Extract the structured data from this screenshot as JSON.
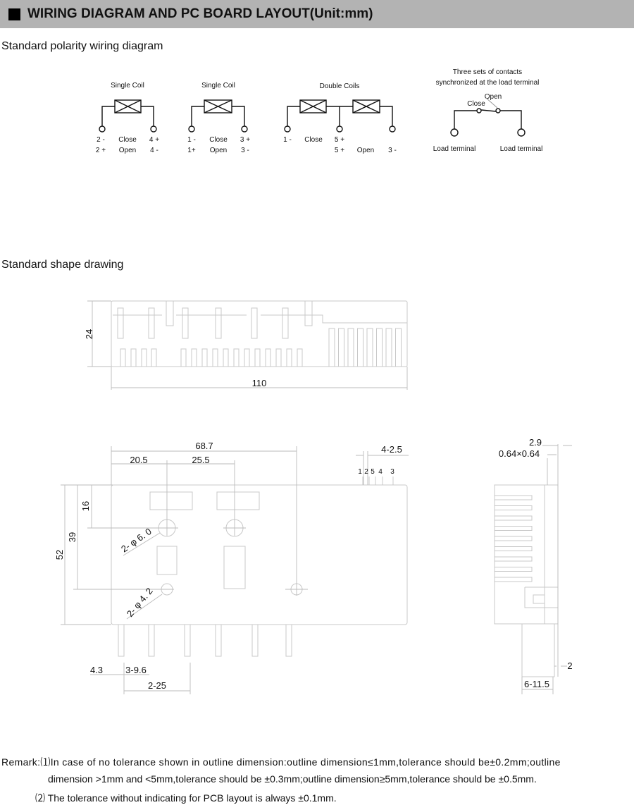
{
  "header": {
    "icon": "black-square-icon",
    "title": "WIRING DIAGRAM AND PC BOARD LAYOUT(Unit:mm)"
  },
  "wiring": {
    "section_title": "Standard polarity wiring diagram",
    "single_coil_a": {
      "title": "Single Coil",
      "row1": [
        "2 -",
        "Close",
        "4 +"
      ],
      "row2": [
        "2 +",
        "Open",
        "4 -"
      ]
    },
    "single_coil_b": {
      "title": "Single Coil",
      "row1": [
        "1 -",
        "Close",
        "3 +"
      ],
      "row2": [
        "1+",
        "Open",
        "3 -"
      ]
    },
    "double_coils": {
      "title": "Double Coils",
      "row1": [
        "1 -",
        "Close",
        "5 +"
      ],
      "row2": [
        "5 +",
        "Open",
        "3 -"
      ]
    },
    "contacts": {
      "title_line1": "Three sets of contacts",
      "title_line2": "synchronized at the load terminal",
      "open": "Open",
      "close": "Close",
      "left_terminal": "Load terminal",
      "right_terminal": "Load terminal"
    }
  },
  "shape": {
    "section_title": "Standard shape drawing",
    "top_view": {
      "height": "24",
      "width": "110"
    },
    "front_view": {
      "d_68_7": "68.7",
      "d_20_5": "20.5",
      "d_25_5": "25.5",
      "d_4_2_5": "4-2.5",
      "pins": [
        "1",
        "2",
        "5",
        "4",
        "3"
      ],
      "d_16": "16",
      "d_39": "39",
      "d_52": "52",
      "hole_6": "2- φ 6. 0",
      "hole_4_2": "2- φ 4. 2",
      "d_4_3": "4.3",
      "d_3_9_6": "3-9.6",
      "d_2_25": "2-25"
    },
    "side_view": {
      "d_2_9": "2.9",
      "d_pin": "0.64×0.64",
      "d_2": "2",
      "d_6_11_5": "6-11.5"
    }
  },
  "remarks": {
    "line1": "Remark:⑴In case of no tolerance shown in outline dimension:outline dimension≤1mm,tolerance should be±0.2mm;outline",
    "line2": "dimension >1mm and <5mm,tolerance should be ±0.3mm;outline dimension≥5mm,tolerance should be ±0.5mm.",
    "line3": "⑵ The tolerance without indicating for PCB layout is always ±0.1mm."
  }
}
